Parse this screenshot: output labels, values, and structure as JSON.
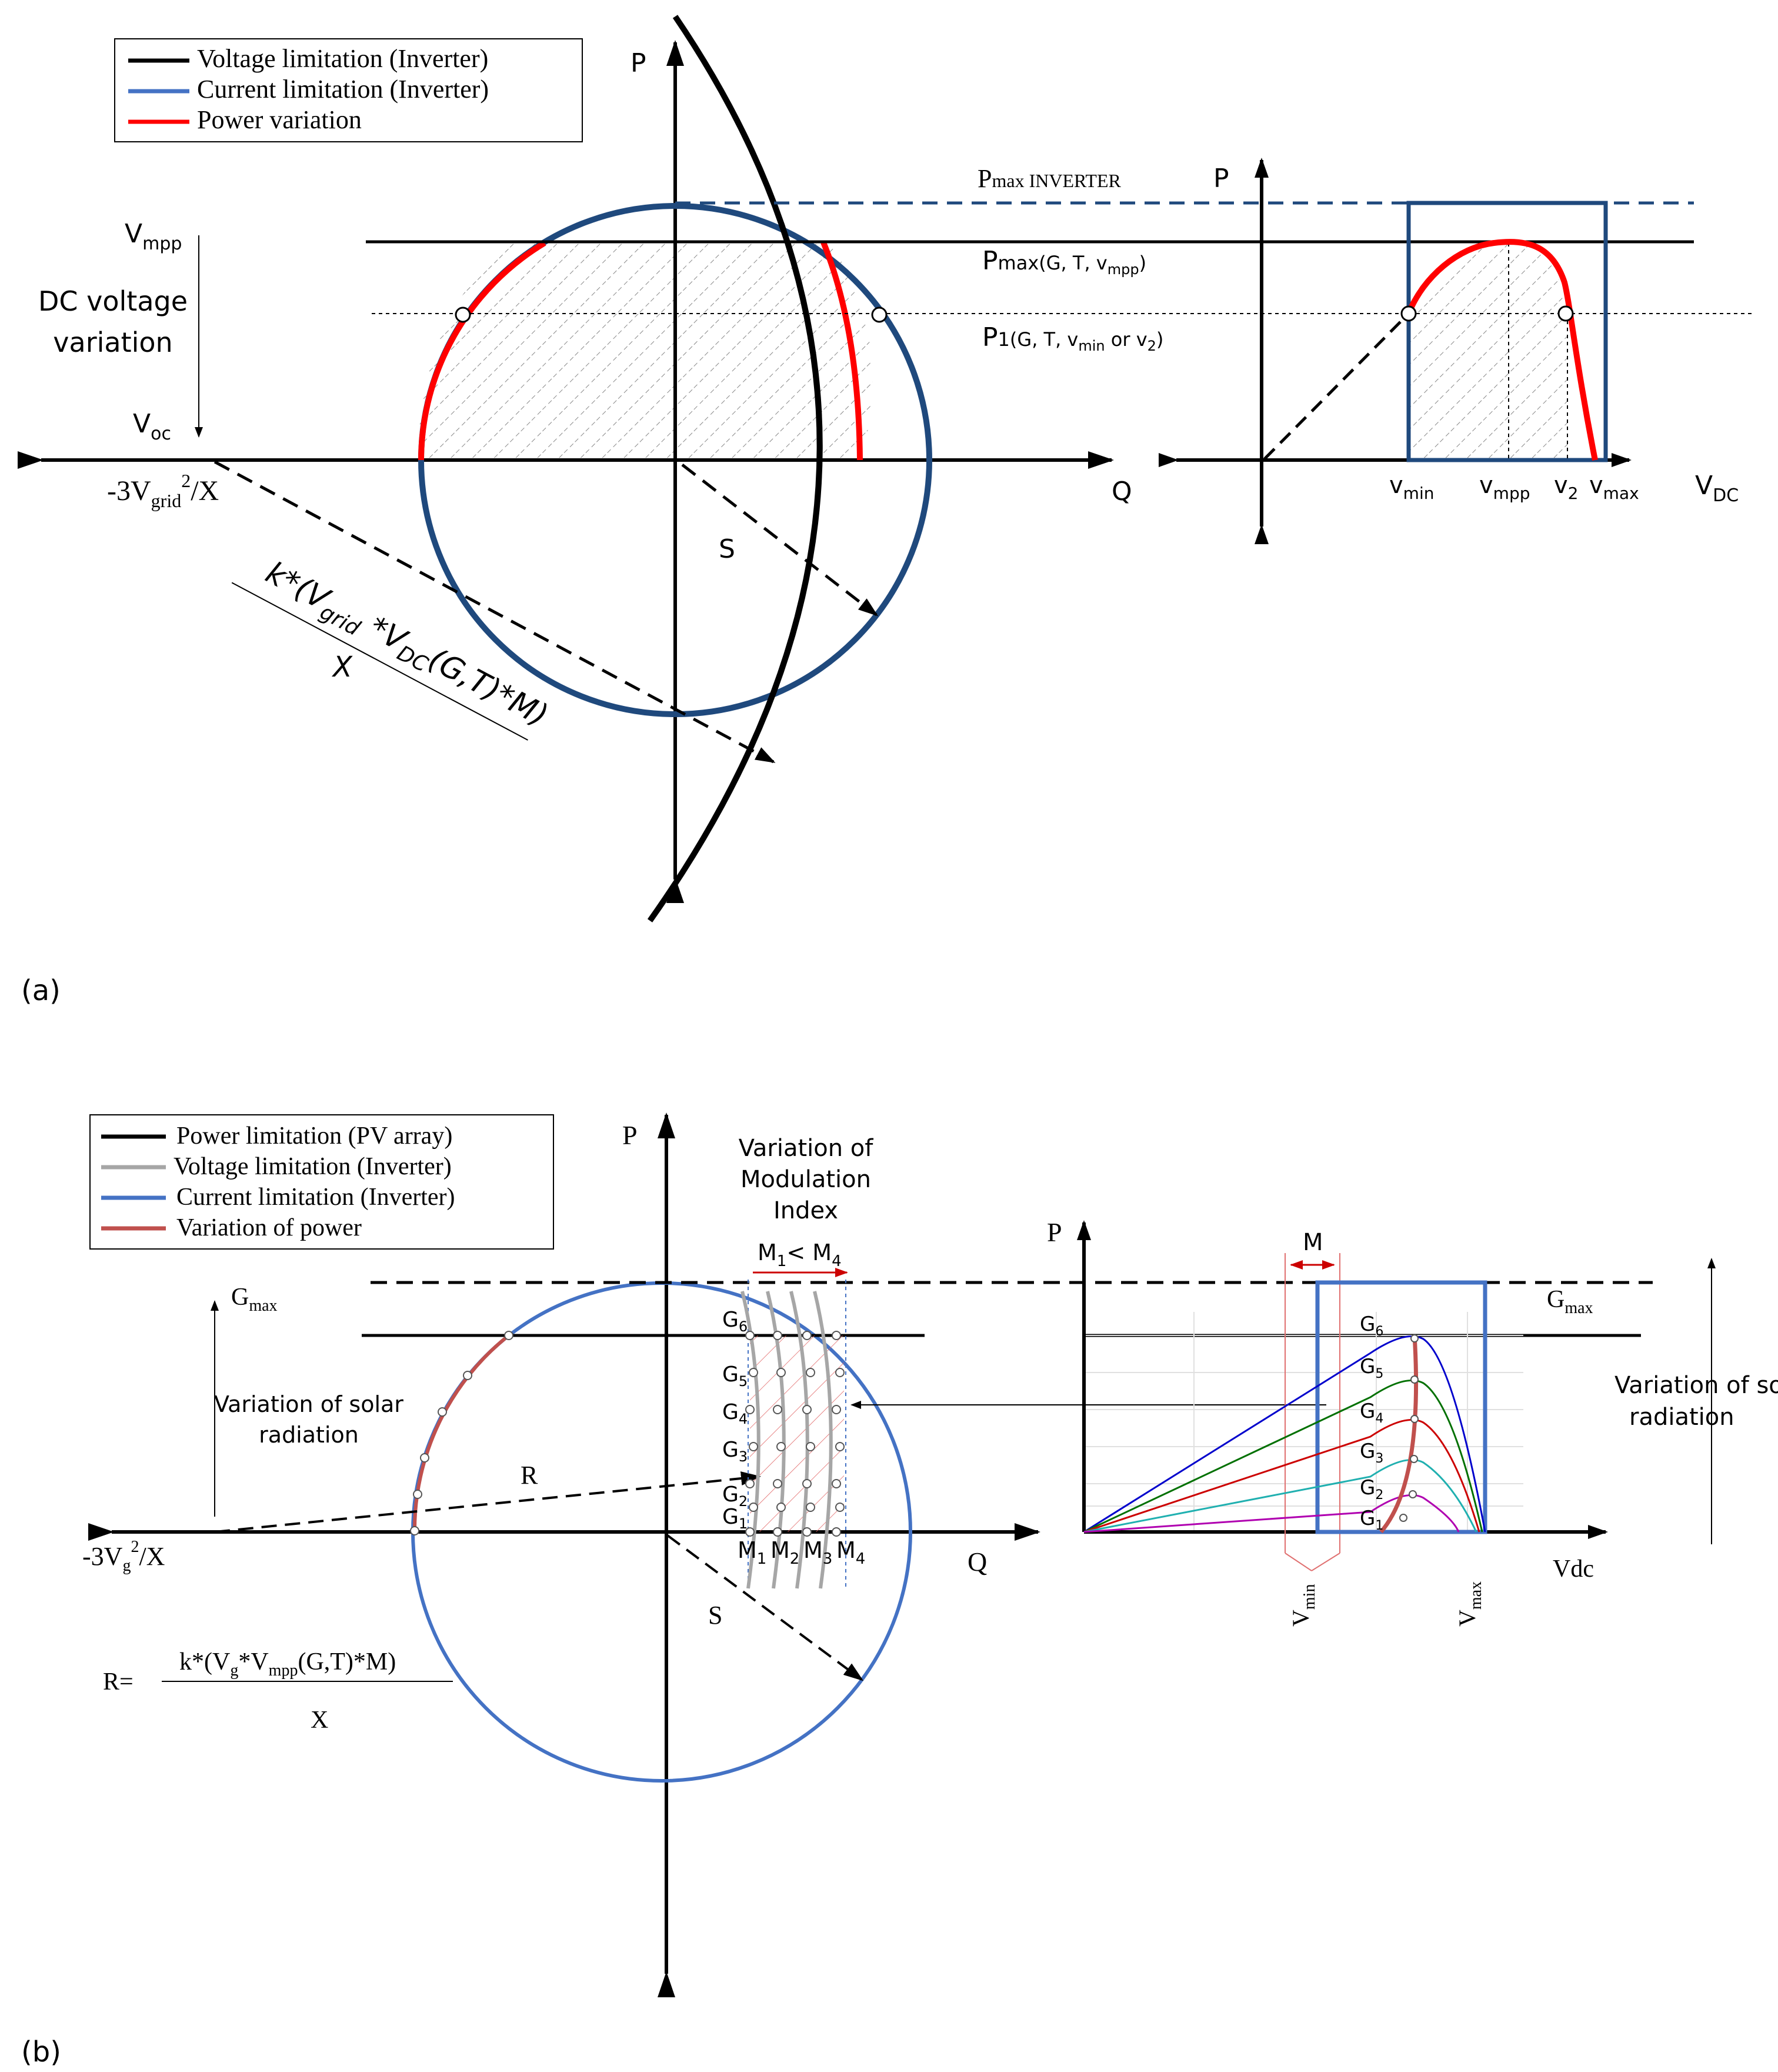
{
  "colors": {
    "black": "#000000",
    "dark_blue": "#1f497d",
    "light_blue": "#4472c4",
    "red": "#ff0000",
    "brown_red": "#c0504d",
    "gray": "#a6a6a6",
    "hatch": "#808080"
  },
  "panel_a": {
    "label": "(a)",
    "legend": [
      {
        "text": "Voltage limitation (Inverter)",
        "color": "#000000"
      },
      {
        "text": "Current limitation (Inverter)",
        "color": "#4472c4"
      },
      {
        "text": "Power variation",
        "color": "#ff0000"
      }
    ],
    "axis_p": "P",
    "axis_q": "Q",
    "vmpp": {
      "main": "V",
      "sub": "mpp"
    },
    "dc_voltage_l1": "DC voltage",
    "dc_voltage_l2": "variation",
    "voc": {
      "main": "V",
      "sub": "oc"
    },
    "neg_3v": {
      "pre": "-3V",
      "sub": "grid",
      "sup": "2",
      "post": "/X"
    },
    "k_formula": "k*(V",
    "k_grid": "grid",
    "k_mid": " *V",
    "k_dc": "DC",
    "k_end": "(G,T)*M)",
    "k_den": "X",
    "s_label": "S",
    "pmax_inverter": {
      "main": "P",
      "sub": "max INVERTER"
    },
    "pmax_gt": {
      "main": "P",
      "sub": "max(G, T, v",
      "sub2": "mpp",
      "end": ")"
    },
    "p1": {
      "main": "P",
      "sub": "1(G, T, v",
      "sub2": "min",
      "mid": " or v",
      "sub3": "2",
      "end": ")"
    },
    "pv_p": "P",
    "pv_x_axis": {
      "main": "V",
      "sub": "DC"
    },
    "vmin": {
      "main": "v",
      "sub": "min"
    },
    "vmpp2": {
      "main": "v",
      "sub": "mpp"
    },
    "v2": {
      "main": "v",
      "sub": "2"
    },
    "vmax": {
      "main": "v",
      "sub": "max"
    }
  },
  "panel_b": {
    "label": "(b)",
    "legend": [
      {
        "text": "Power limitation (PV array)",
        "color": "#000000"
      },
      {
        "text": "Voltage limitation (Inverter)",
        "color": "#a6a6a6"
      },
      {
        "text": "Current limitation (Inverter)",
        "color": "#4472c4"
      },
      {
        "text": "Variation of power",
        "color": "#c0504d"
      }
    ],
    "axis_p": "P",
    "axis_q": "Q",
    "gmax": {
      "main": "G",
      "sub": "max"
    },
    "solar_l1": "Variation of solar",
    "solar_l2": "radiation",
    "r_label": "R",
    "s_label": "S",
    "neg_3v": {
      "pre": "-3V",
      "sub": "g",
      "sup": "2",
      "post": "/X"
    },
    "r_eq": "R=",
    "r_num_a": "k*(V",
    "r_num_b": "g",
    "r_num_c": "*V",
    "r_num_d": "mpp",
    "r_num_e": "(G,T)*M)",
    "r_den": "X",
    "mod_l1": "Variation of",
    "mod_l2": "Modulation",
    "mod_l3": "Index",
    "mod_cmp": {
      "a": "M",
      "as": "1",
      "mid": "< M",
      "bs": "4"
    },
    "g_labels": [
      {
        "main": "G",
        "sub": "6"
      },
      {
        "main": "G",
        "sub": "5"
      },
      {
        "main": "G",
        "sub": "4"
      },
      {
        "main": "G",
        "sub": "3"
      },
      {
        "main": "G",
        "sub": "2"
      },
      {
        "main": "G",
        "sub": "1"
      }
    ],
    "m_labels": [
      {
        "main": "M",
        "sub": "1"
      },
      {
        "main": "M",
        "sub": "2"
      },
      {
        "main": "M",
        "sub": "3"
      },
      {
        "main": "M",
        "sub": "4"
      }
    ],
    "pv_p": "P",
    "pv_m": "M",
    "pv_gmax": {
      "main": "G",
      "sub": "max"
    },
    "pv_solar_l1": "Variation of solar",
    "pv_solar_l2": "radiation",
    "pv_x_axis": "Vdc",
    "pv_vmin": {
      "main": "V",
      "sub": "min"
    },
    "pv_vmax": {
      "main": "V",
      "sub": "max"
    },
    "pv_g_labels": [
      {
        "main": "G",
        "sub": "6"
      },
      {
        "main": "G",
        "sub": "5"
      },
      {
        "main": "G",
        "sub": "4"
      },
      {
        "main": "G",
        "sub": "3"
      },
      {
        "main": "G",
        "sub": "2"
      },
      {
        "main": "G",
        "sub": "1"
      }
    ],
    "pv_curve_colors": [
      "#0000cc",
      "#007000",
      "#cc0000",
      "#20b0b0",
      "#b000b0"
    ]
  }
}
